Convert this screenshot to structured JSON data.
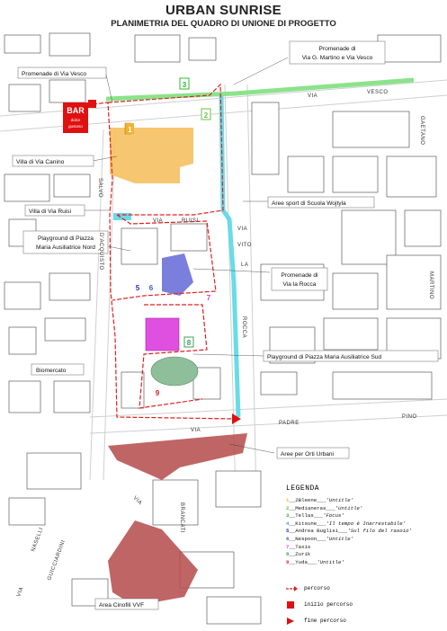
{
  "title": "URBAN SUNRISE",
  "subtitle": "PLANIMETRIA DEL QUADRO DI UNIONE DI PROGETTO",
  "map_labels": {
    "promenade_vesco": "Promenade di Via Vesco",
    "promenade_martino_1": "Promenade di",
    "promenade_martino_2": "Via G. Martino e Via Vesco",
    "villa_canino": "Villa di Via Canino",
    "villa_ruisi": "Villa di Via Ruisi",
    "playground_nord_1": "Playground di Piazza",
    "playground_nord_2": "Maria Ausiliatrice Nord",
    "promenade_rocca_1": "Promenade di",
    "promenade_rocca_2": "Via la Rocca",
    "playground_sud": "Playground di Piazza Maria Ausiliatrice Sud",
    "biomercato": "Biomercato",
    "orti_urbani": "Aree per Orti Urbani",
    "aree_sport": "Aree sport di Scuola Wojtyla",
    "area_cinofili": "Area Cinofili VVF",
    "bar_1": "BAR",
    "bar_2": "dolce",
    "bar_3": "gustoso"
  },
  "street_labels": {
    "via_top": "VIA",
    "vesco": "VESCO",
    "gaetano": "GAETANO",
    "martino": "MARTINO",
    "salvo": "SALVO",
    "d_acquisto": "D'ACQUISTO",
    "via_ruisi": "VIA",
    "ruisi": "RUISI",
    "via_vito": "VIA",
    "vito": "VITO",
    "la": "LA",
    "rocca": "ROCCA",
    "padre": "PADRE",
    "pino": "PINO",
    "via_bottom": "VIA",
    "via_ruisi2": "VIA",
    "brancati": "BRANCATI",
    "naselli": "NASELLI",
    "guicciardini": "GUICCIARDINI",
    "via_left": "VIA"
  },
  "markers": [
    "1",
    "2",
    "3",
    "4",
    "5",
    "6",
    "7",
    "8",
    "9"
  ],
  "legend": {
    "title": "LEGENDA",
    "items": [
      {
        "num": "1",
        "artist": "__2Bleene___",
        "work": "'Untitle'",
        "color": "#f2b230"
      },
      {
        "num": "2",
        "artist": "__Medianeras___",
        "work": "'Untitle'",
        "color": "#6cc04a"
      },
      {
        "num": "3",
        "artist": "__Tellas___",
        "work": "'Focus'",
        "color": "#2eb82e"
      },
      {
        "num": "4",
        "artist": "__Kitsune___",
        "work": "'Il tempo è Inarrestabile'",
        "color": "#4a90d9"
      },
      {
        "num": "5",
        "artist": "__Andrea Buglisi___",
        "work": "'Sul filo del rasoio'",
        "color": "#1e2fbf"
      },
      {
        "num": "6",
        "artist": "__Nespoon___",
        "work": "'Untitle'",
        "color": "#3a5fcd"
      },
      {
        "num": "7",
        "artist": "__Taxis",
        "work": "",
        "color": "#d43ad4"
      },
      {
        "num": "8",
        "artist": "__Zurik",
        "work": "",
        "color": "#3f9f5f"
      },
      {
        "num": "9",
        "artist": "__Yuda___",
        "work": "'Untitle'",
        "color": "#d42020"
      }
    ],
    "percorso": "percorso",
    "inizio": "inizio percorso",
    "fine": "fine percorso"
  },
  "colors": {
    "route": "#e02020",
    "cyan_path": "#5ad7e6",
    "green_path": "#7ee07e",
    "orange_area": "#f5c060",
    "magenta_area": "#e050e0",
    "blue_area": "#6b70d8",
    "green_plaza": "#8fbf9a",
    "brown_area": "#b54a4a",
    "bar_red": "#e01010"
  }
}
